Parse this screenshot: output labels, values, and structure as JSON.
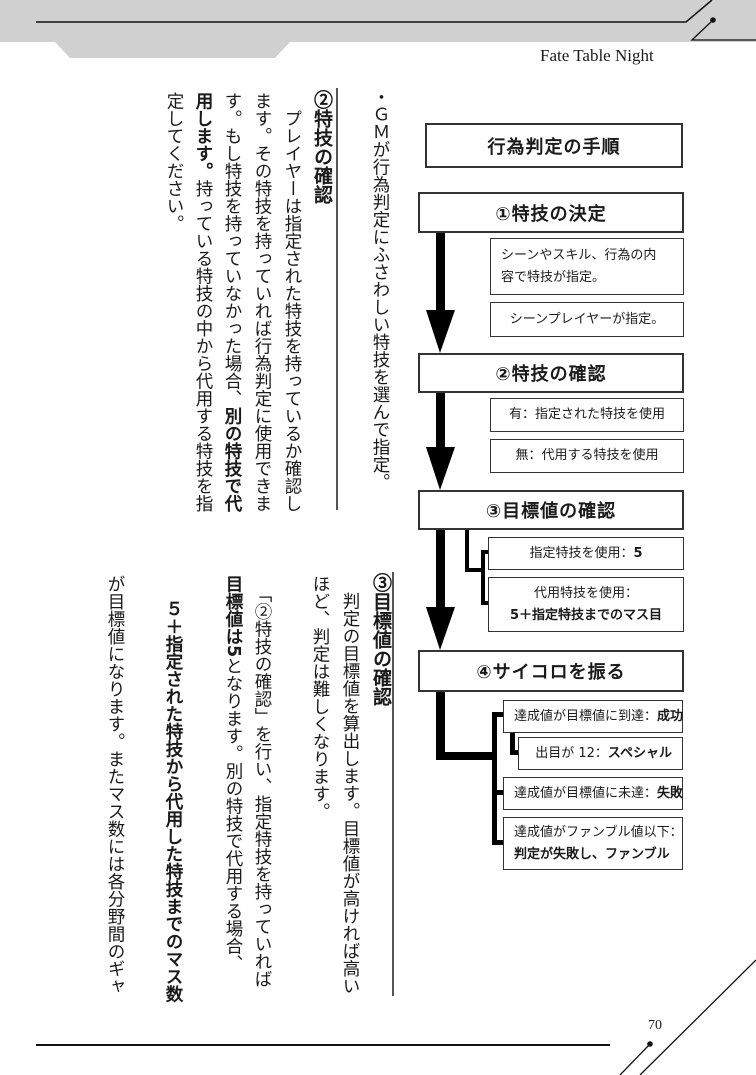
{
  "header": {
    "running_title": "Fate Table Night"
  },
  "footer": {
    "page_number": "70"
  },
  "bullet": {
    "text": "・ＧＭが行為判定にふさわしい特技を選んで指定。"
  },
  "section2": {
    "heading": "②特技の確認",
    "lines": [
      [
        {
          "t": "　プレイヤーは指定された特技を持っているか確認し"
        }
      ],
      [
        {
          "t": "ます。その特技を持っていれば行為判定に使用できま"
        }
      ],
      [
        {
          "t": "す。もし特技を持っていなかった場合、"
        },
        {
          "t": "別の特技で代",
          "b": true
        }
      ],
      [
        {
          "t": "用します。",
          "b": true
        },
        {
          "t": "持っている特技の中から代用する特技を指"
        }
      ],
      [
        {
          "t": "定してください。"
        }
      ]
    ]
  },
  "section3": {
    "heading": "③目標値の確認",
    "lines": [
      [
        {
          "t": "判定の目標値を算出します。目標値が高ければ高い"
        }
      ],
      [
        {
          "t": "ほど、判定は難しくなります。"
        }
      ],
      [
        {
          "t": "「②特技の確認」を行い、指定特技を持っていれば"
        }
      ],
      [
        {
          "t": "目標値は5",
          "b": true
        },
        {
          "t": "となります。別の特技で代用する場合、"
        }
      ],
      [
        {
          "t": "５＋指定された特技から代用した特技までのマス数",
          "b": true
        }
      ],
      [
        {
          "t": "が目標値になります。またマス数には各分野間のギャ"
        }
      ]
    ]
  },
  "flowchart": {
    "title": "行為判定の手順",
    "step1": {
      "label": "①特技の決定",
      "notes": [
        "シーンやスキル、行為の内|容で特技が指定。",
        "シーンプレイヤーが指定。"
      ]
    },
    "step2": {
      "label": "②特技の確認",
      "notes": [
        "有：指定された特技を使用",
        "無：代用する特技を使用"
      ]
    },
    "step3": {
      "label": "③目標値の確認",
      "note1_a": "指定特技を使用：",
      "note1_b": "5",
      "note2_a": "代用特技を使用：",
      "note2_b": "5＋指定特技までのマス目"
    },
    "step4": {
      "label": "④サイコロを振る",
      "r1_a": "達成値が目標値に到達：",
      "r1_b": "成功",
      "r2_a": "出目が 12：",
      "r2_b": "スペシャル",
      "r3_a": "達成値が目標値に未達：",
      "r3_b": "失敗",
      "r4_a": "達成値がファンブル値以下：",
      "r4_b": "判定が失敗し、ファンブル"
    }
  }
}
